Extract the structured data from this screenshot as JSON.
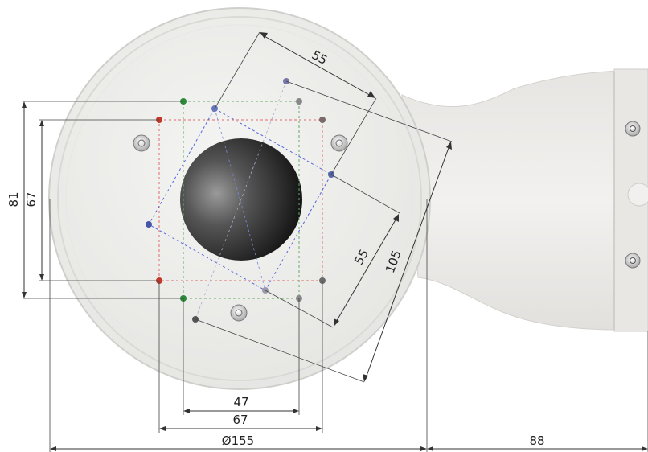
{
  "diagram": {
    "dimensions": {
      "d55_top": "55",
      "d81": "81",
      "d67_left": "67",
      "d55_right": "55",
      "d105": "105",
      "d47": "47",
      "d67_bottom": "67",
      "d155": "Ø155",
      "d88": "88"
    },
    "colors": {
      "background": "#ffffff",
      "plate": "#eeeeec",
      "arm": "#eceae7",
      "hole_dark": "#1a1a1a",
      "red_pattern": "#e05050",
      "blue_pattern": "#4455cc",
      "green_pattern": "#2a8a3a",
      "gray_pattern": "#888888",
      "dimension_line": "#333333"
    },
    "icons": [
      "screw-icon"
    ]
  }
}
